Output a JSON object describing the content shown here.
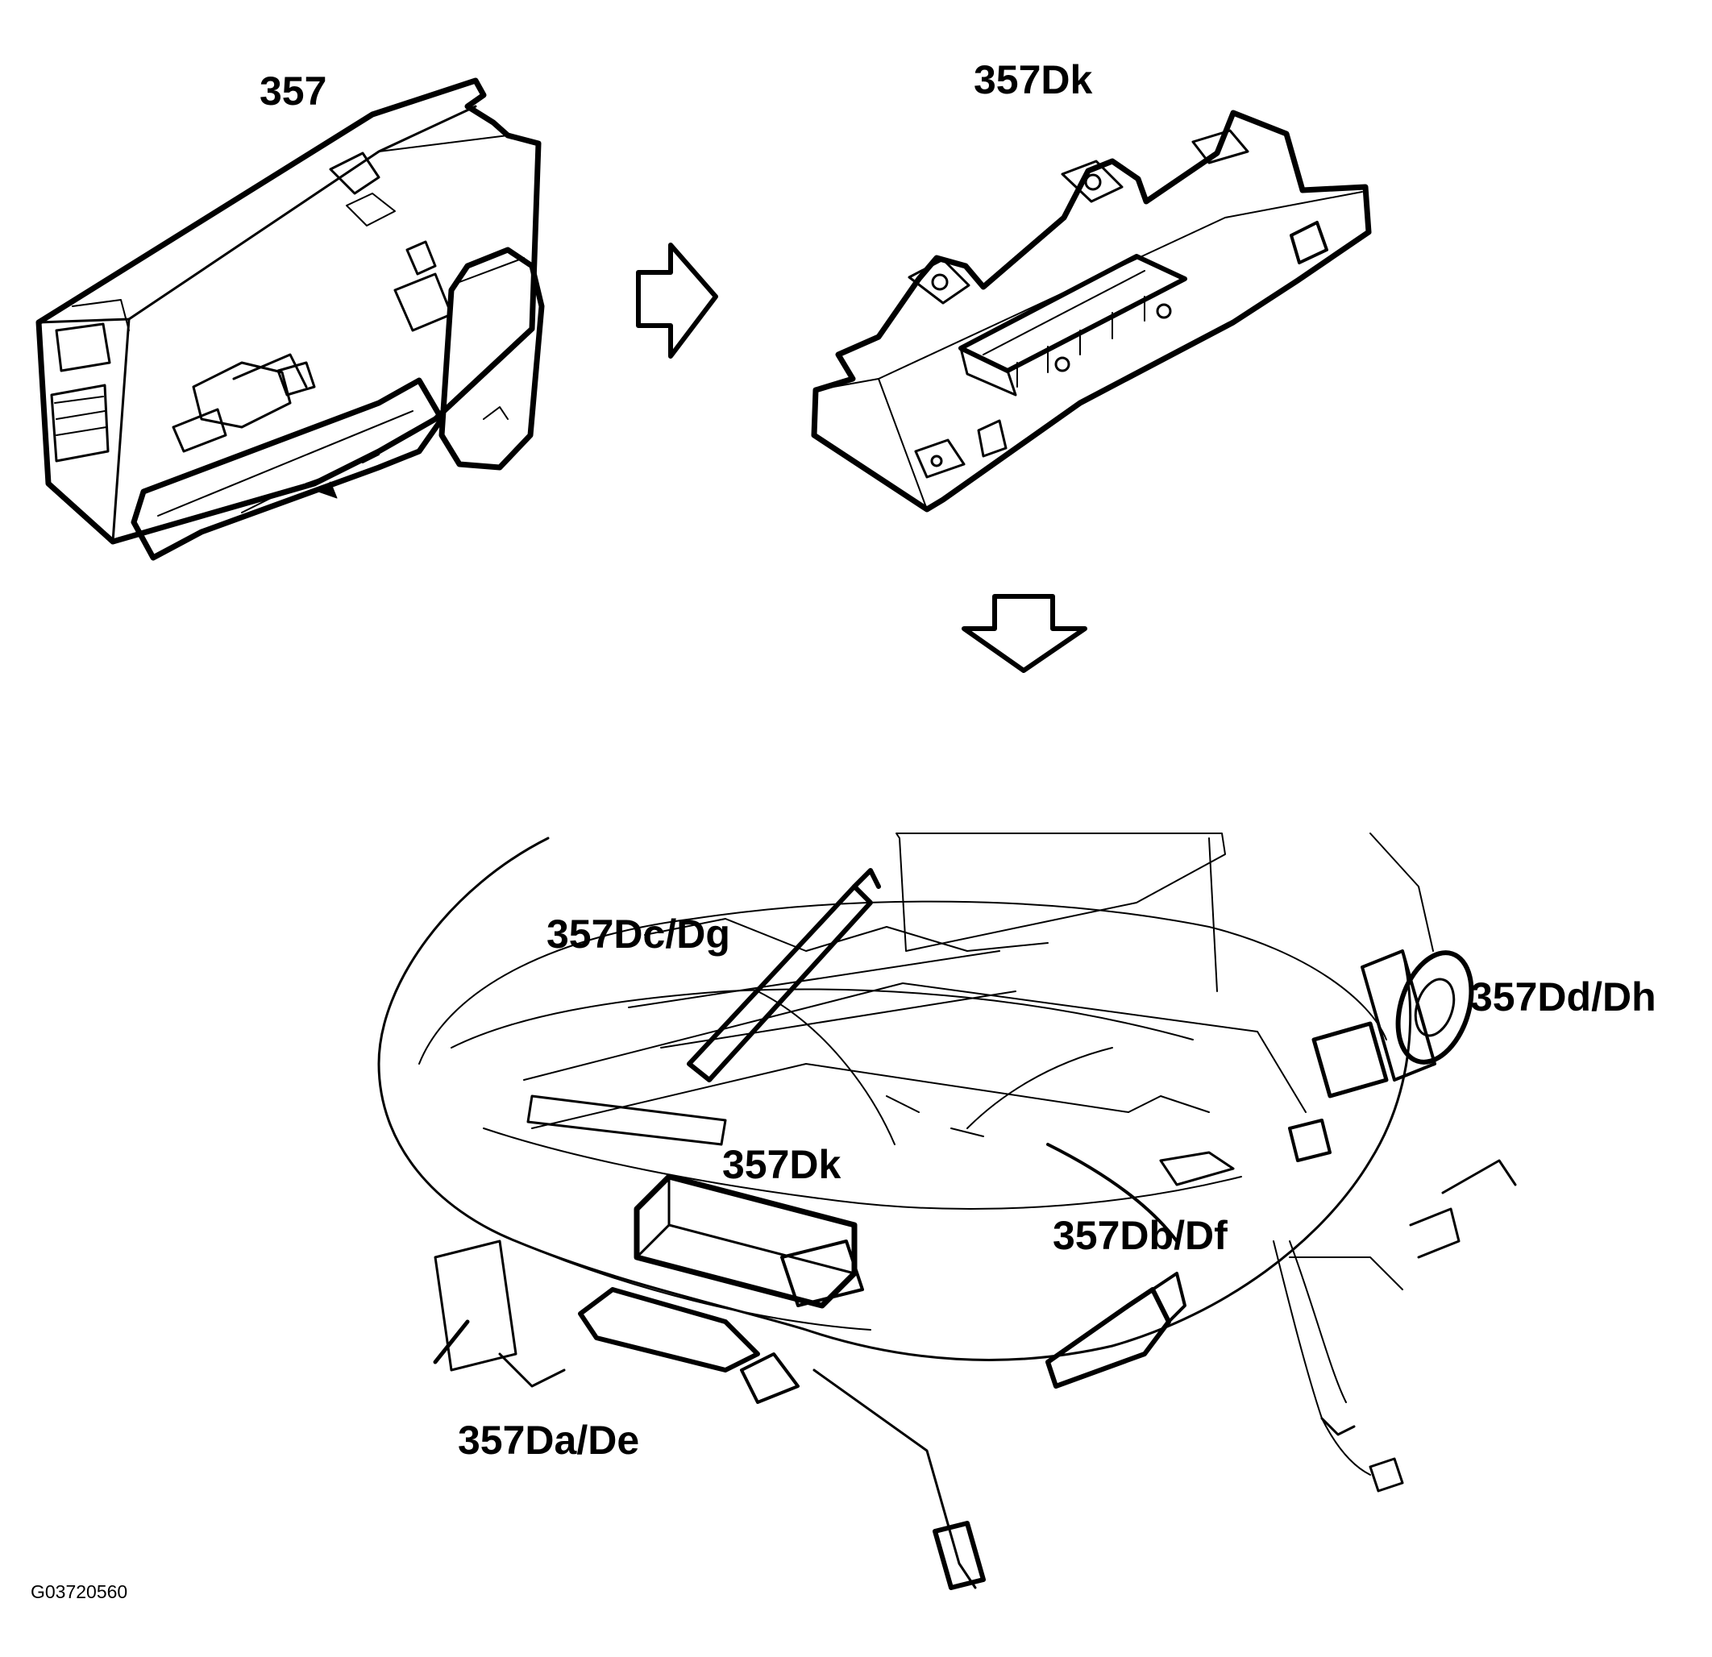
{
  "labels": {
    "module_original": "357",
    "module_new": "357Dk",
    "seat_dc_dg": "357Dc/Dg",
    "seat_dd_dh": "357Dd/Dh",
    "seat_dk": "357Dk",
    "seat_db_df": "357Db/Df",
    "seat_da_de": "357Da/De"
  },
  "figure_ref": "G03720560",
  "colors": {
    "line": "#000000",
    "background": "#ffffff"
  }
}
